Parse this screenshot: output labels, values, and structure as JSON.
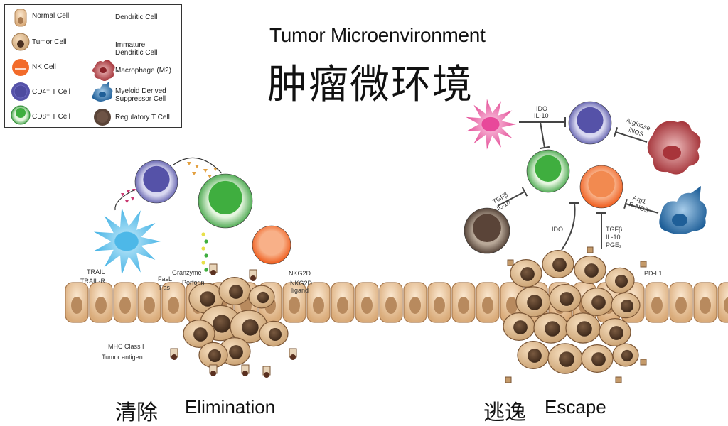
{
  "title": {
    "english": "Tumor Microenvironment",
    "chinese": "肿瘤微环境"
  },
  "legend": {
    "items": [
      {
        "label": "Normal Cell",
        "icon": "normal-cell-icon"
      },
      {
        "label": "Tumor Cell",
        "icon": "tumor-cell-icon"
      },
      {
        "label": "NK Cell",
        "icon": "nk-cell-icon"
      },
      {
        "label": "CD4⁺ T Cell",
        "icon": "cd4-t-cell-icon"
      },
      {
        "label": "CD8⁺ T Cell",
        "icon": "cd8-t-cell-icon"
      },
      {
        "label": "Dendritic Cell",
        "icon": "dendritic-cell-icon"
      },
      {
        "label": "Immature Dendritic Cell",
        "icon": "immature-dendritic-cell-icon"
      },
      {
        "label": "Macrophage (M2)",
        "icon": "macrophage-icon"
      },
      {
        "label": "Myeloid Derived Suppressor Cell",
        "icon": "mdsc-icon"
      },
      {
        "label": "Regulatory T Cell",
        "icon": "treg-icon"
      }
    ]
  },
  "elimination": {
    "label_zh": "清除",
    "label_en": "Elimination",
    "annotations": {
      "trail": "TRAIL",
      "trail_r": "TRAIL-R",
      "fasl": "FasL",
      "fas": "Fas",
      "granzyme": "Granzyme",
      "perforin": "Perforin",
      "nkg2d": "NKG2D",
      "nkg2d_ligand_1": "NKG2D",
      "nkg2d_ligand_2": "ligand",
      "mhc": "MHC Class I",
      "tumor_antigen": "Tumor antigen"
    }
  },
  "escape": {
    "label_zh": "逃逸",
    "label_en": "Escape",
    "annotations": {
      "ido_il10_1": "IDO",
      "ido_il10_2": "IL-10",
      "arginase": "Arginase",
      "inos": "iNOS",
      "tgfb_1": "TGFβ",
      "il10_1": "IL-10",
      "arg1": "Arg1",
      "rnos": "R-NOS",
      "ido": "IDO",
      "tgfb_2": "TGFβ",
      "il10_2": "IL-10",
      "pge2": "PGE₂",
      "pdl1": "PD-L1"
    }
  },
  "colors": {
    "normal_cell": "#e8c49a",
    "normal_nucleus": "#b88a5e",
    "tumor_cell": "#dcb78a",
    "tumor_nucleus": "#5a3f2a",
    "nk": "#f26b2a",
    "cd4": "#5552a8",
    "cd8": "#3fae3f",
    "dendritic": "#4db8e8",
    "immature_dendritic": "#e8489a",
    "macrophage": "#a8343a",
    "mdsc": "#2a6ea8",
    "treg": "#5a4438"
  }
}
